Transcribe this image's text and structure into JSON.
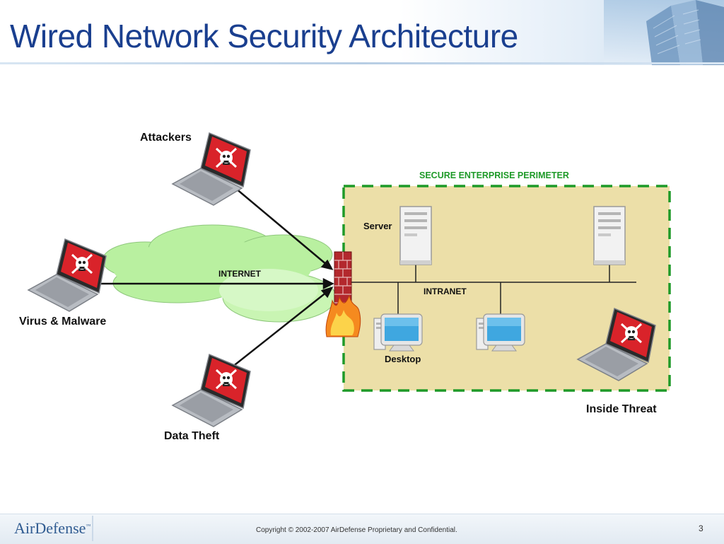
{
  "slide": {
    "title": "Wired Network Security Architecture",
    "page_number": "3"
  },
  "diagram": {
    "labels": {
      "attackers": "Attackers",
      "virus_malware": "Virus & Malware",
      "data_theft": "Data Theft",
      "inside_threat": "Inside Threat",
      "internet": "INTERNET",
      "intranet": "INTRANET",
      "server": "Server",
      "desktop": "Desktop",
      "perimeter": "SECURE ENTERPRISE PERIMETER"
    },
    "colors": {
      "perimeter_border": "#1e9a28",
      "perimeter_fill": "#ecdfa8",
      "cloud_fill": "#b9f0a0",
      "laptop_screen": "#d9232a",
      "firewall_brick": "#b3282d",
      "title": "#1a3f8f"
    }
  },
  "footer": {
    "logo": "AirDefense",
    "logo_tm": "™",
    "copyright": "Copyright © 2002-2007 AirDefense Proprietary and Confidential."
  }
}
